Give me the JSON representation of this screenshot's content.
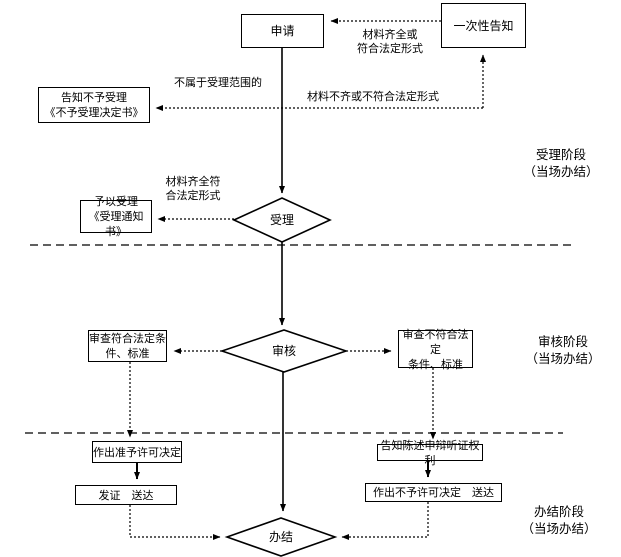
{
  "nodes": {
    "apply": {
      "label": "申请"
    },
    "one_time_notice": {
      "label": "一次性告知"
    },
    "reject_notice": {
      "line1": "告知不予受理",
      "line2": "《不予受理决定书》"
    },
    "accept_notice": {
      "line1": "予以受理",
      "line2": "《受理通知书》"
    },
    "accept_decision": {
      "label": "受理"
    },
    "meet_conditions": {
      "line1": "审查符合法定条",
      "line2": "件、标准"
    },
    "review_decision": {
      "label": "审核"
    },
    "not_meet_conditions": {
      "line1": "审查不符合法定",
      "line2": "条件、标准"
    },
    "grant_decision": {
      "label": "作出准予许可决定"
    },
    "issue_deliver": {
      "label": "发证　送达"
    },
    "notify_rights": {
      "label": "告知陈述申辩听证权利"
    },
    "deny_deliver": {
      "label": "作出不予许可决定　送达"
    },
    "complete": {
      "label": "办结"
    }
  },
  "edge_labels": {
    "complete_or_legal": {
      "line1": "材料齐全或",
      "line2": "符合法定形式"
    },
    "not_in_scope": "不属于受理范围的",
    "incomplete_or_illegal": "材料不齐或不符合法定形式",
    "complete_meet_legal": {
      "line1": "材料齐全符",
      "line2": "合法定形式"
    }
  },
  "stages": [
    {
      "name": "受理阶段",
      "note": "（当场办结）"
    },
    {
      "name": "审核阶段",
      "note": "（当场办结）"
    },
    {
      "name": "办结阶段",
      "note": "（当场办结）"
    }
  ],
  "colors": {
    "line": "#000000",
    "background": "#ffffff",
    "text": "#000000"
  }
}
